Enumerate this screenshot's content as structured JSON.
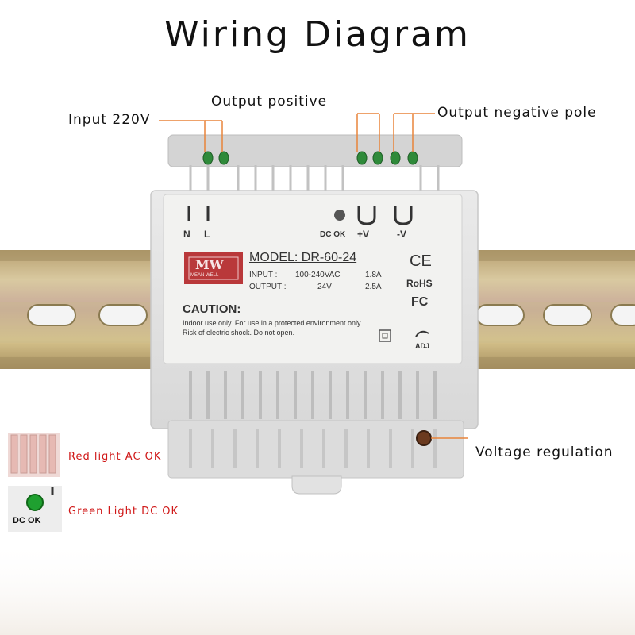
{
  "title": "Wiring Diagram",
  "callouts": {
    "input": "Input 220V",
    "output_positive": "Output positive",
    "output_negative": "Output negative pole",
    "voltage_regulation": "Voltage regulation",
    "red_light": "Red light AC OK",
    "green_light": "Green Light DC OK"
  },
  "device": {
    "terminal_n": "N",
    "terminal_l": "L",
    "dc_ok": "DC OK",
    "plus_v": "+V",
    "minus_v": "-V",
    "brand": "MW",
    "brand_sub": "MEAN WELL",
    "model": "MODEL: DR-60-24",
    "input_label": "INPUT :",
    "input_voltage": "100-240VAC",
    "input_current": "1.8A",
    "output_label": "OUTPUT :",
    "output_voltage": "24V",
    "output_current": "2.5A",
    "ce": "CE",
    "rohs": "RoHS",
    "fc": "FC",
    "caution_title": "CAUTION:",
    "caution_line1": "Indoor use only. For use in a protected environment only.",
    "caution_line2": "Risk of electric shock. Do not open.",
    "adj": "ADJ"
  },
  "inset_green": {
    "dc_ok": "DC OK"
  },
  "colors": {
    "callout_line": "#e8843a",
    "red_text": "#d01818",
    "housing": "#e4e4e4",
    "label_panel": "#f2f2f0",
    "green_terminal": "#2f8a3a",
    "led_green": "#1fa030"
  }
}
